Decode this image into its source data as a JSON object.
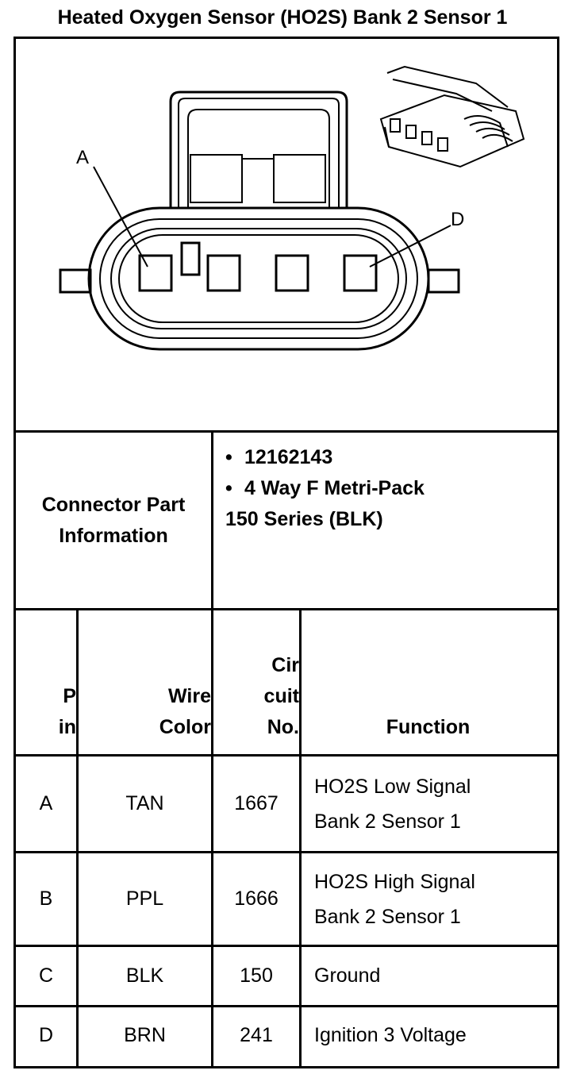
{
  "title": "Heated Oxygen Sensor (HO2S) Bank 2 Sensor 1",
  "diagram": {
    "label_a": "A",
    "label_d": "D"
  },
  "connector": {
    "label_line1": "Connector Part",
    "label_line2": "Information",
    "bullets": [
      "12162143",
      "4 Way F Metri-Pack"
    ],
    "continuation": "150 Series (BLK)"
  },
  "table": {
    "headers": {
      "pin": [
        "P",
        "in"
      ],
      "wire_color": [
        "Wire",
        "Color"
      ],
      "circuit": [
        "Cir",
        "cuit",
        "No."
      ],
      "function": "Function"
    },
    "rows": [
      {
        "pin": "A",
        "color": "TAN",
        "circuit": "1667",
        "function": [
          "HO2S Low Signal",
          "Bank 2 Sensor 1"
        ]
      },
      {
        "pin": "B",
        "color": "PPL",
        "circuit": "1666",
        "function": [
          "HO2S High Signal",
          "Bank 2 Sensor 1"
        ]
      },
      {
        "pin": "C",
        "color": "BLK",
        "circuit": "150",
        "function": [
          "Ground"
        ]
      },
      {
        "pin": "D",
        "color": "BRN",
        "circuit": "241",
        "function": [
          "Ignition 3 Voltage"
        ]
      }
    ]
  }
}
